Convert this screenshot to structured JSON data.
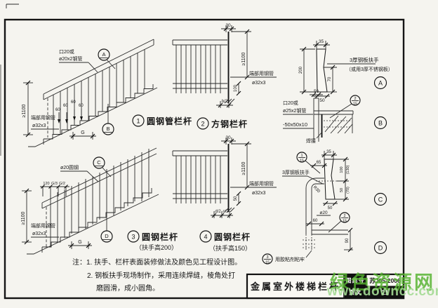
{
  "sheet": {
    "drawing_title": "金属室外楼梯栏杆",
    "atlas_label": "图集号",
    "atlas_no": "苏J05-2006",
    "page_label": "页次",
    "page_no": "21"
  },
  "watermark": {
    "site_name": "绿色资源网",
    "site_url": "www.downcc.com"
  },
  "notes": {
    "line1": "注：1. 扶手、栏杆表面装修做法及颜色见工程设计图。",
    "line2": "2. 钢板扶手现场制作，采用连续焊缝，棱角处打",
    "line3": "磨圆滑，成小圆角。"
  },
  "common": {
    "height": "≥1100",
    "post_label1": "端部用钢管",
    "post_label2": "ø32x3",
    "d30": "30",
    "d35": "35",
    "d50": "50",
    "d60": "60",
    "d65": "65",
    "d70": "70",
    "d90": "90",
    "d100": "100",
    "d200": "200",
    "g": "G"
  },
  "fig1": {
    "no": "1",
    "caption": "圆钢管栏杆",
    "rail1": "口20或",
    "rail2": "ø20x2钢管",
    "sec_a": "A",
    "sec_b": "B"
  },
  "fig2": {
    "no": "2",
    "caption": "方钢栏杆",
    "b2": "b/2"
  },
  "fig3": {
    "no": "3",
    "caption": "圆钢栏杆",
    "sub": "（扶手高200）",
    "rail": "ø20圆钢",
    "d120": "120",
    "g3": "G/3",
    "g2": "G/2",
    "sec_c": "C",
    "sec_d": "D"
  },
  "fig4": {
    "no": "4",
    "caption": "圆钢栏杆",
    "sub": "（扶手高150）",
    "d2": "d/2",
    "c2": "c/2"
  },
  "secA": {
    "id": "A",
    "label1": "3厚钢板扶手",
    "label2": "（或用3厚不锈钢板）"
  },
  "secB": {
    "id": "B",
    "label1": "口20或",
    "label2": "ø25x2钢管",
    "label3": "-50x50x10",
    "weld": "焊接",
    "ref_no": "2",
    "ref_page": "15"
  },
  "secC": {
    "id": "C",
    "label": "3厚钢板扶手",
    "d130": "(130)",
    "d70p": "(70)",
    "r30": "R30",
    "ref_no": "1",
    "ref_page": "15"
  },
  "secD": {
    "id": "D",
    "dia": "ø20",
    "glue": "用胶粘剂粘牢",
    "ref_no": "2",
    "ref_page": "15",
    "ref2_no": "3",
    "ref2_page": "15"
  }
}
